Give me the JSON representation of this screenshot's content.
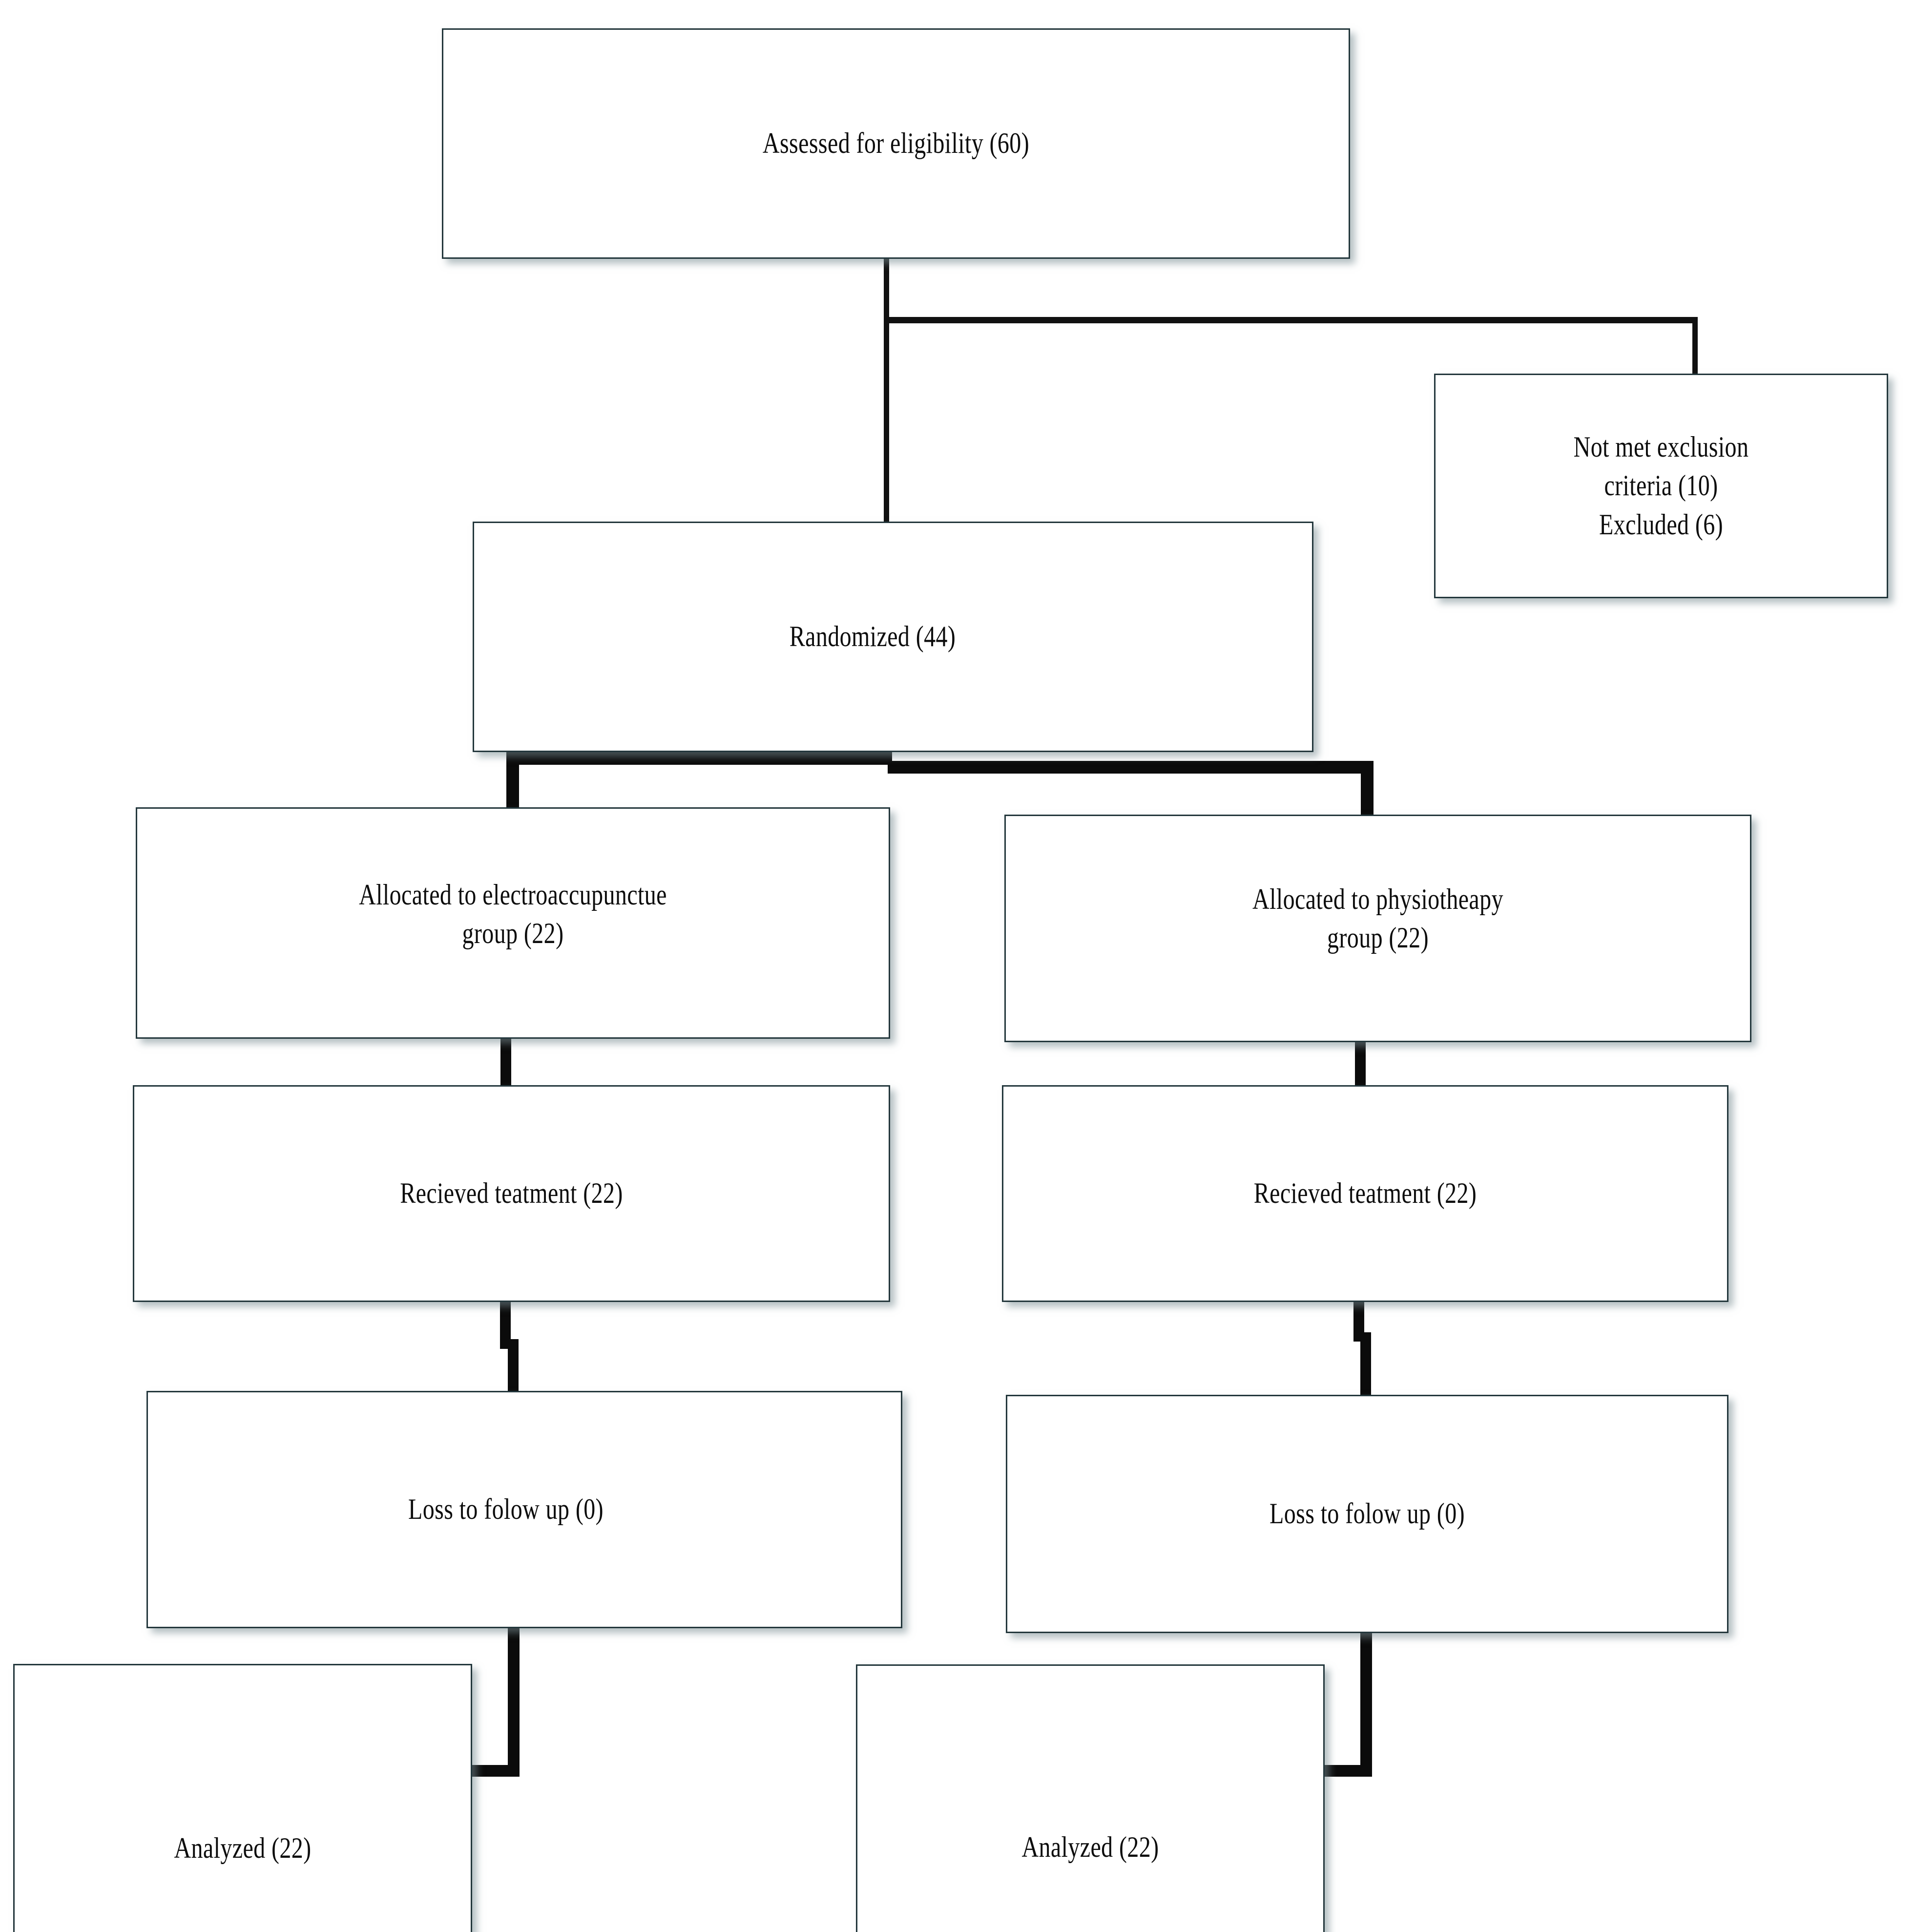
{
  "diagram": {
    "type": "CONSORT participant flow diagram",
    "nodes": {
      "assessed": {
        "text": "Assessed for eligibility (60)"
      },
      "excluded": {
        "text": "Not met exclusion\ncriteria (10)\nExcluded (6)"
      },
      "randomized": {
        "text": "Randomized (44)"
      },
      "alloc_left": {
        "text": "Allocated to electroaccupunctue\ngroup (22)"
      },
      "alloc_right": {
        "text": "Allocated to physiotheapy\ngroup (22)"
      },
      "treat_left": {
        "text": "Recieved teatment (22)"
      },
      "treat_right": {
        "text": "Recieved teatment (22)"
      },
      "loss_left": {
        "text": "Loss to folow up (0)"
      },
      "loss_right": {
        "text": "Loss to folow up (0)"
      },
      "analyzed_left": {
        "text": "Analyzed (22)"
      },
      "analyzed_right": {
        "text": "Analyzed (22)"
      }
    },
    "colors": {
      "box_border": "#23373c",
      "connector": "#0b0b0b",
      "background": "#ffffff",
      "text": "#0c0c0c"
    }
  }
}
